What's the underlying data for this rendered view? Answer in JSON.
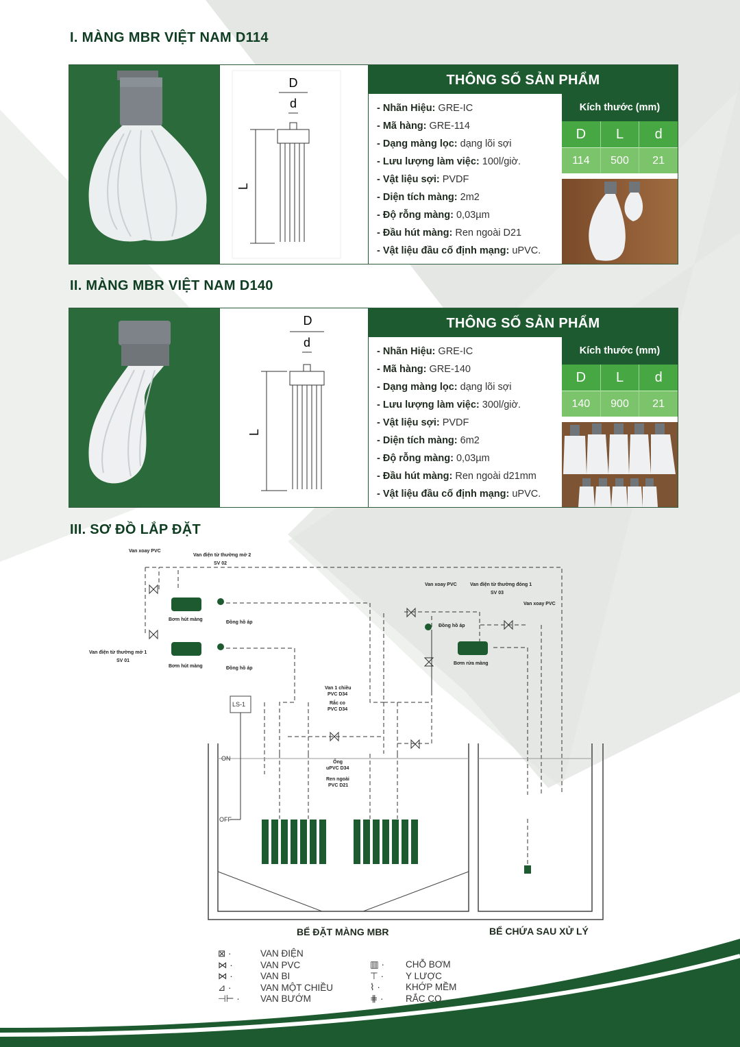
{
  "colors": {
    "brand_green": "#1e5a30",
    "accent_green": "#47a743",
    "light_green": "#7cc46b"
  },
  "sections": [
    {
      "title": "I. MÀNG MBR VIỆT NAM D114",
      "spec_title": "THÔNG SỐ SẢN PHẨM",
      "drawing_labels": {
        "D": "D",
        "d": "d",
        "L": "L"
      },
      "specs": [
        {
          "label": "- Nhãn Hiệu:",
          "value": " GRE-IC"
        },
        {
          "label": "- Mã hàng:",
          "value": " GRE-114"
        },
        {
          "label": "- Dạng màng lọc:",
          "value": " dạng lõi sợi"
        },
        {
          "label": "- Lưu lượng làm việc:",
          "value": " 100l/giờ."
        },
        {
          "label": "- Vật liệu sợi:",
          "value": " PVDF"
        },
        {
          "label": "- Diện tích màng:",
          "value": " 2m2"
        },
        {
          "label": "- Độ rỗng màng:",
          "value": " 0,03µm"
        },
        {
          "label": "- Đầu hút màng:",
          "value": " Ren ngoài D21"
        },
        {
          "label": "- Vật liệu đầu cố định mạng:",
          "value": " uPVC."
        }
      ],
      "dimension_title": "Kích thước (mm)",
      "dimension_keys": [
        "D",
        "L",
        "d"
      ],
      "dimension_values": [
        "114",
        "500",
        "21"
      ]
    },
    {
      "title": "II. MÀNG MBR VIỆT NAM D140",
      "spec_title": "THÔNG SỐ SẢN PHẨM",
      "drawing_labels": {
        "D": "D",
        "d": "d",
        "L": "L"
      },
      "specs": [
        {
          "label": "- Nhãn Hiệu:",
          "value": " GRE-IC"
        },
        {
          "label": "- Mã hàng:",
          "value": " GRE-140"
        },
        {
          "label": "- Dạng màng lọc:",
          "value": " dạng lõi sợi"
        },
        {
          "label": "- Lưu lượng làm việc:",
          "value": " 300l/giờ."
        },
        {
          "label": "- Vật liệu sợi:",
          "value": " PVDF"
        },
        {
          "label": "- Diện tích màng:",
          "value": " 6m2"
        },
        {
          "label": "- Độ rỗng màng:",
          "value": " 0,03µm"
        },
        {
          "label": "- Đầu hút màng:",
          "value": " Ren ngoài d21mm"
        },
        {
          "label": "- Vật liệu đầu cố định mạng:",
          "value": " uPVC."
        }
      ],
      "dimension_title": "Kích thước (mm)",
      "dimension_keys": [
        "D",
        "L",
        "d"
      ],
      "dimension_values": [
        "140",
        "900",
        "21"
      ]
    }
  ],
  "diagram": {
    "title": "III. SƠ ĐỒ LẮP ĐẶT",
    "labels": {
      "van_xoay_1": "Van xoay PVC",
      "van_dien_2": "Van điện từ thường mở 2",
      "sv02": "SV 02",
      "bom_hut_1": "Bơm hút màng",
      "dong_ho_1": "Đồng hồ áp",
      "van_dien_1": "Van điện từ thường mở 1",
      "sv01": "SV 01",
      "bom_hut_2": "Bơm hút màng",
      "dong_ho_2": "Đồng hồ áp",
      "van_xoay_2": "Van xoay PVC",
      "van_dien_dong": "Van điện từ thường đóng 1",
      "sv03": "SV 03",
      "van_xoay_3": "Van xoay PVC",
      "dong_ho_3": "Đồng hồ áp",
      "bom_rua": "Bơm rửa màng",
      "van1chieu": "Van 1 chiều",
      "pvc_d34_a": "PVC D34",
      "raco": "Rắc co",
      "pvc_d34_b": "PVC D34",
      "ong": "Ống",
      "upvc_d34": "uPVC D34",
      "ren_ngoai": "Ren ngoài",
      "pvc_d21": "PVC D21",
      "ls1": "LS-1",
      "on": "ON",
      "off": "OFF"
    },
    "tank_left": "BỂ ĐẶT MÀNG MBR",
    "tank_right": "BỂ CHỨA SAU XỬ LÝ"
  },
  "legend_left": [
    "VAN ĐIỆN",
    "VAN PVC",
    "VAN BI",
    "VAN MỘT CHIỀU",
    "VAN BƯỚM"
  ],
  "legend_right": [
    "CHỖ BƠM",
    "Y LƯỢC",
    "KHỚP MỀM",
    "RẮC CO"
  ]
}
